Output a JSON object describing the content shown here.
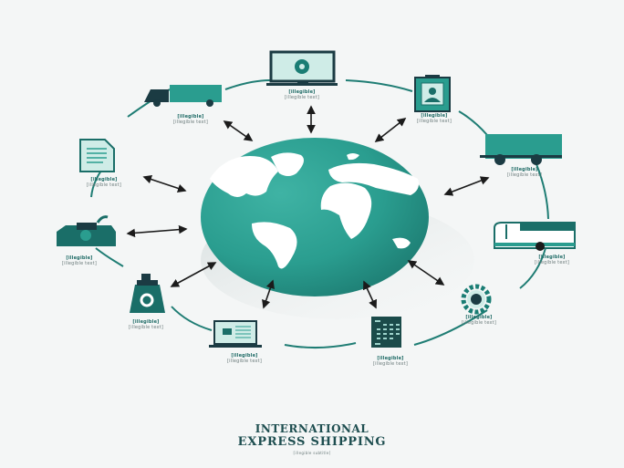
{
  "title": {
    "line1": "INTERNATIONAL",
    "line2": "EXPRESS SHIPPING",
    "subtitle": "[illegible subtitle]"
  },
  "colors": {
    "background": "#f4f6f6",
    "teal": "#2a9d8f",
    "teal_dark": "#1a6e68",
    "navy": "#1b3b43",
    "ring": "#1f7d74",
    "arrow": "#1b1b1b",
    "icon_light": "#cfece7"
  },
  "center": {
    "icon": "globe-icon",
    "label": "World globe"
  },
  "nodes": [
    {
      "id": "computer",
      "icon": "monitor-gear-icon",
      "caption_title": "[illegible]",
      "caption_body": "[illegible text]"
    },
    {
      "id": "truck-small",
      "icon": "delivery-truck-icon",
      "caption_title": "[illegible]",
      "caption_body": "[illegible text]"
    },
    {
      "id": "clipboard",
      "icon": "id-card-clipboard-icon",
      "caption_title": "[illegible]",
      "caption_body": "[illegible text]"
    },
    {
      "id": "document",
      "icon": "document-icon",
      "caption_title": "[illegible]",
      "caption_body": "[illegible text]"
    },
    {
      "id": "truck-large",
      "icon": "cargo-truck-icon",
      "caption_title": "[illegible]",
      "caption_body": "[illegible text]"
    },
    {
      "id": "scanner",
      "icon": "scanner-icon",
      "caption_title": "[illegible]",
      "caption_body": "[illegible text]"
    },
    {
      "id": "bus",
      "icon": "bus-icon",
      "caption_title": "[illegible]",
      "caption_body": "[illegible text]"
    },
    {
      "id": "package",
      "icon": "package-bag-icon",
      "caption_title": "[illegible]",
      "caption_body": "[illegible text]"
    },
    {
      "id": "gear",
      "icon": "gear-icon",
      "caption_title": "[illegible]",
      "caption_body": "[illegible text]"
    },
    {
      "id": "laptop",
      "icon": "laptop-icon",
      "caption_title": "[illegible]",
      "caption_body": "[illegible text]"
    },
    {
      "id": "calculator",
      "icon": "calculator-icon",
      "caption_title": "[illegible]",
      "caption_body": "[illegible text]"
    }
  ]
}
